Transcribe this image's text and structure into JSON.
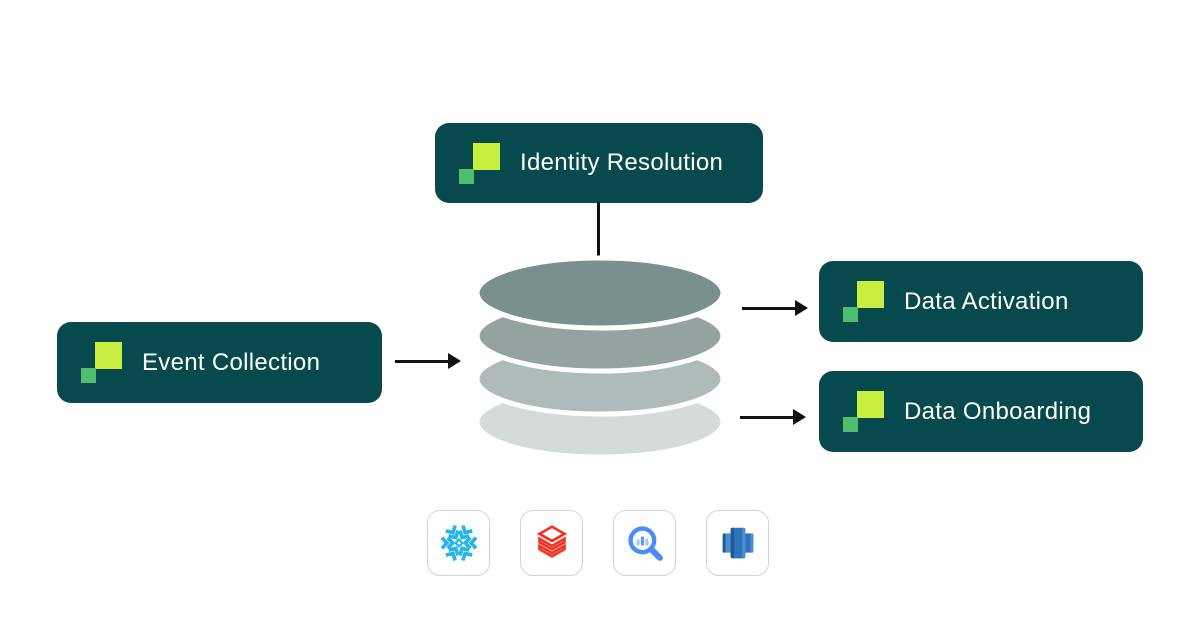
{
  "diagram": {
    "nodes": [
      {
        "id": "identity-resolution",
        "label": "Identity Resolution"
      },
      {
        "id": "event-collection",
        "label": "Event Collection"
      },
      {
        "id": "data-activation",
        "label": "Data Activation"
      },
      {
        "id": "data-onboarding",
        "label": "Data Onboarding"
      }
    ],
    "center": {
      "id": "warehouse-stack",
      "type": "database-cylinder",
      "layers": 4
    },
    "connections": [
      {
        "from": "identity-resolution",
        "to": "warehouse-stack",
        "style": "line"
      },
      {
        "from": "event-collection",
        "to": "warehouse-stack",
        "style": "arrow"
      },
      {
        "from": "warehouse-stack",
        "to": "data-activation",
        "style": "arrow"
      },
      {
        "from": "warehouse-stack",
        "to": "data-onboarding",
        "style": "arrow"
      }
    ],
    "warehouses": [
      {
        "id": "snowflake",
        "icon": "snowflake-icon"
      },
      {
        "id": "databricks",
        "icon": "databricks-icon"
      },
      {
        "id": "bigquery",
        "icon": "bigquery-icon"
      },
      {
        "id": "redshift",
        "icon": "redshift-icon"
      }
    ],
    "colors": {
      "pill_bg": "#07494D",
      "pill_text": "#FFFFFF",
      "logo_lime": "#C8EF3F",
      "logo_green": "#4FBE6C",
      "connector": "#111111",
      "card_border": "#CBD5DE",
      "layer1": "#7A908E",
      "layer2": "#94A3A2",
      "layer3": "#AFBBBA",
      "layer4": "#D4DBDA",
      "snowflake_blue": "#29B5E8",
      "databricks_red": "#EE3524",
      "bigquery_blue": "#4C8DF5",
      "bigquery_mid": "#6099F7",
      "bigquery_light": "#A5C8FA",
      "redshift_blue": "#2E73B8",
      "redshift_light": "#4E90CD",
      "redshift_dark": "#1F5B99"
    }
  }
}
